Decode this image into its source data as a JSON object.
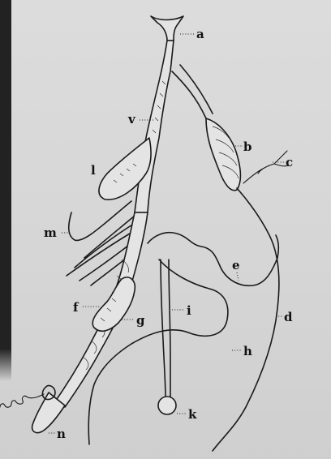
{
  "figure": {
    "labels": {
      "a": "a",
      "b": "b",
      "c": "c",
      "d": "d",
      "e": "e",
      "f": "f",
      "g": "g",
      "h": "h",
      "i": "i",
      "k": "k",
      "l": "l",
      "m": "m",
      "n": "n",
      "v": "v"
    }
  }
}
